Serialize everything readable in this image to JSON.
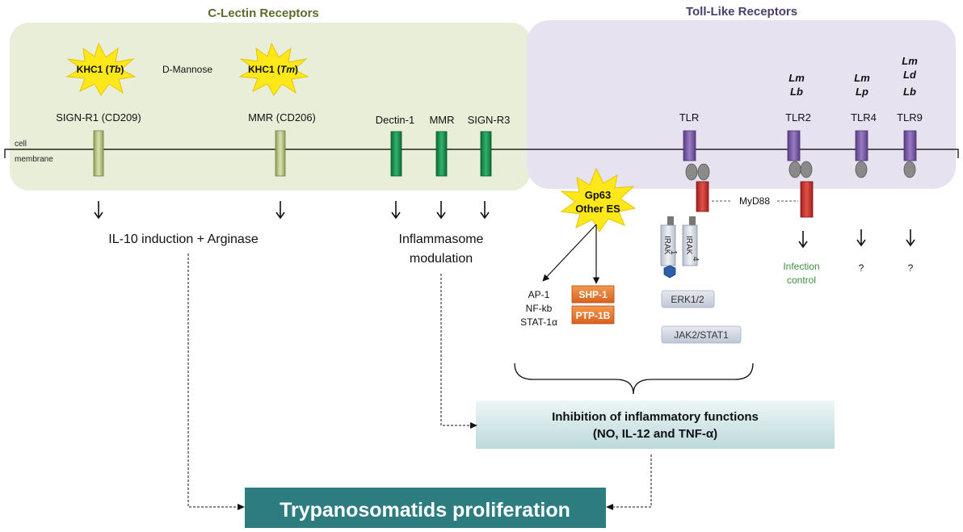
{
  "sections": {
    "c_lectin_title": "C-Lectin Receptors",
    "toll_title": "Toll-Like Receptors"
  },
  "membrane": {
    "label_line1": "cell",
    "label_line2": "membrane"
  },
  "ligands": {
    "khc1_tb_main": "KHC1 (",
    "khc1_tb_italic": "Tb",
    "khc1_tb_close": ")",
    "d_mannose": "D-Mannose",
    "khc1_tm_main": "KHC1 (",
    "khc1_tm_italic": "Tm",
    "khc1_tm_close": ")",
    "gp63_line1": "Gp63",
    "gp63_line2": "Other ES"
  },
  "receptors": {
    "sign_r1": "SIGN-R1 (CD209)",
    "mmr_cd206": "MMR (CD206)",
    "dectin1": "Dectin-1",
    "mmr": "MMR",
    "sign_r3": "SIGN-R3",
    "tlr": "TLR",
    "tlr2": "TLR2",
    "tlr4": "TLR4",
    "tlr9": "TLR9"
  },
  "species": {
    "tlr2": [
      "Lm",
      "Lb"
    ],
    "tlr4": [
      "Lm",
      "Lp"
    ],
    "tlr9": [
      "Lm",
      "Ld",
      "Lb"
    ]
  },
  "outcomes": {
    "il10": "IL-10 induction + Arginase",
    "inflammasome_line1": "Inflammasome",
    "inflammasome_line2": "modulation",
    "infection_line1": "Infection",
    "infection_line2": "control",
    "tlr4_unknown": "?",
    "tlr9_unknown": "?"
  },
  "signaling": {
    "myd88": "MyD88",
    "irak1_line1": "IRAK",
    "irak1_line2": "1",
    "irak4_line1": "IRAK",
    "irak4_line2": "4",
    "ap1": "AP-1",
    "nfkb": "NF-kb",
    "stat1a": "STAT-1α",
    "shp1": "SHP-1",
    "ptp1b": "PTP-1B",
    "erk": "ERK1/2",
    "jak": "JAK2/STAT1"
  },
  "inhibition": {
    "line1": "Inhibition of inflammatory functions",
    "line2": "(NO, IL-12 and TNF-α)"
  },
  "final": "Trypanosomatids proliferation",
  "colors": {
    "c_lectin_bg": "#e9eed9",
    "toll_bg": "#e6e2ef",
    "section_title_green": "#5a6b2a",
    "section_title_purple": "#4b3f6b",
    "receptor_light_green": "#b9c78a",
    "receptor_dark_green": "#1e8c4e",
    "receptor_purple": "#7a5ba6",
    "myd88_red": "#c9302c",
    "starburst": "#ffe81a",
    "shp_orange": "#e8772a",
    "ptp_orange": "#e05a1f",
    "final_teal": "#2d7d80",
    "infection_green": "#3d8f3d"
  }
}
